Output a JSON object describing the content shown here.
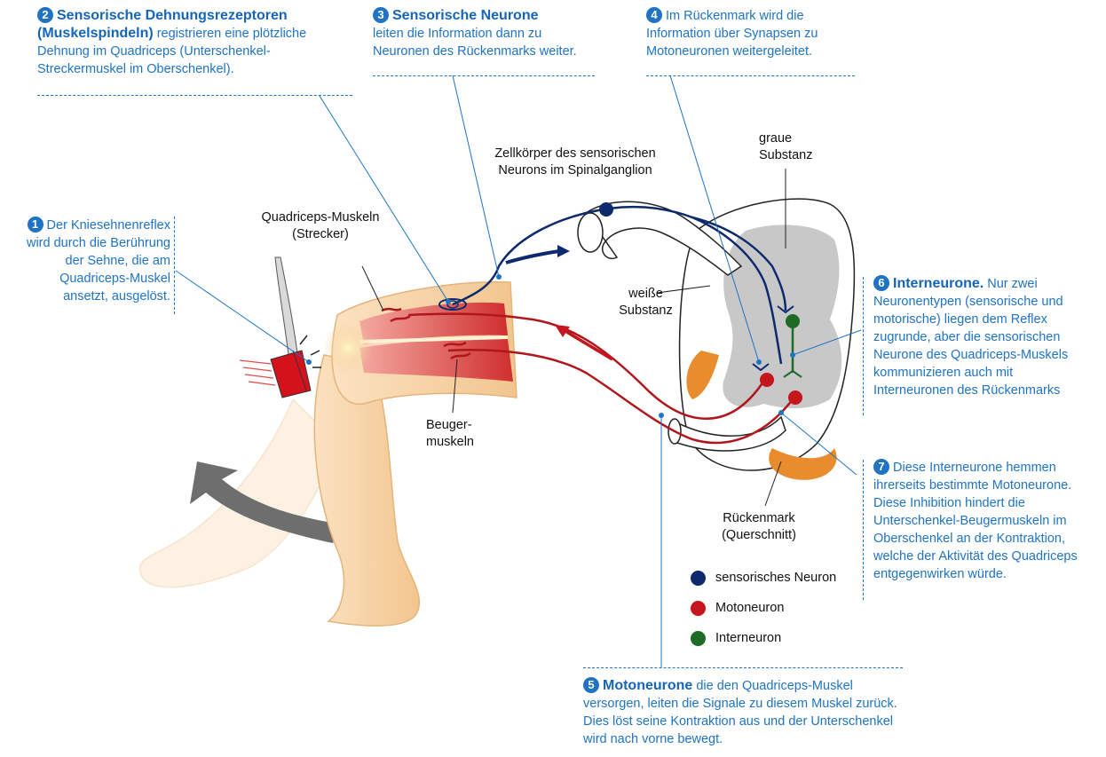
{
  "callouts": {
    "c1": {
      "num": "1",
      "text": "Der Kniesehnenreflex wird durch die Berührung der Sehne, die am Quadriceps-Muskel ansetzt, ausgelöst."
    },
    "c2": {
      "num": "2",
      "title": "Sensorische Dehnungsrezeptoren (Muskelspindeln)",
      "text": "registrieren eine plötzliche Dehnung im Quadriceps (Unterschenkel-Streckermuskel im Oberschenkel)."
    },
    "c3": {
      "num": "3",
      "title": "Sensorische Neurone",
      "text": "leiten die Information dann zu Neuronen des Rückenmarks weiter."
    },
    "c4": {
      "num": "4",
      "text": "Im Rückenmark wird die Information über Synapsen zu Motoneuronen weitergeleitet."
    },
    "c5": {
      "num": "5",
      "title": "Motoneurone",
      "text": "die den Quadriceps-Muskel versorgen, leiten die Signale zu diesem Muskel zurück. Dies löst seine Kontraktion aus und der Unterschenkel wird nach vorne bewegt."
    },
    "c6": {
      "num": "6",
      "title": "Interneurone.",
      "text": "Nur zwei Neuronentypen (sensorische und motorische) liegen dem Reflex zugrunde, aber die sensorischen Neurone des Quadriceps-Muskels kommunizieren auch mit Interneuronen des Rückenmarks"
    },
    "c7": {
      "num": "7",
      "text": "Diese Interneurone hemmen ihrerseits bestimmte Motoneurone. Diese Inhibition hindert die Unterschenkel-Beugermuskeln im Oberschenkel an der Kontraktion, welche der Aktivität des Quadriceps entgegenwirken würde."
    }
  },
  "labels": {
    "quadriceps": "Quadriceps-Muskeln (Strecker)",
    "beuger": "Beuger-muskeln",
    "zellkoerper": "Zellkörper des sensorischen Neurons im Spinalganglion",
    "graue": "graue Substanz",
    "weisse": "weiße Substanz",
    "rueckenmark": "Rückenmark (Querschnitt)"
  },
  "legend": [
    {
      "label": "sensorisches Neuron",
      "color": "#0d2a6e"
    },
    {
      "label": "Motoneuron",
      "color": "#c4161c"
    },
    {
      "label": "Interneuron",
      "color": "#1e6b25"
    }
  ],
  "colors": {
    "callout_blue": "#1f73c2",
    "sensory": "#0d2a6e",
    "motor": "#b0161c",
    "inter": "#1e6b25",
    "grey_matter": "#c8c8c8",
    "root_orange": "#e98c2e",
    "skin": "#f7d3a6",
    "muscle": "#d83a3a"
  }
}
